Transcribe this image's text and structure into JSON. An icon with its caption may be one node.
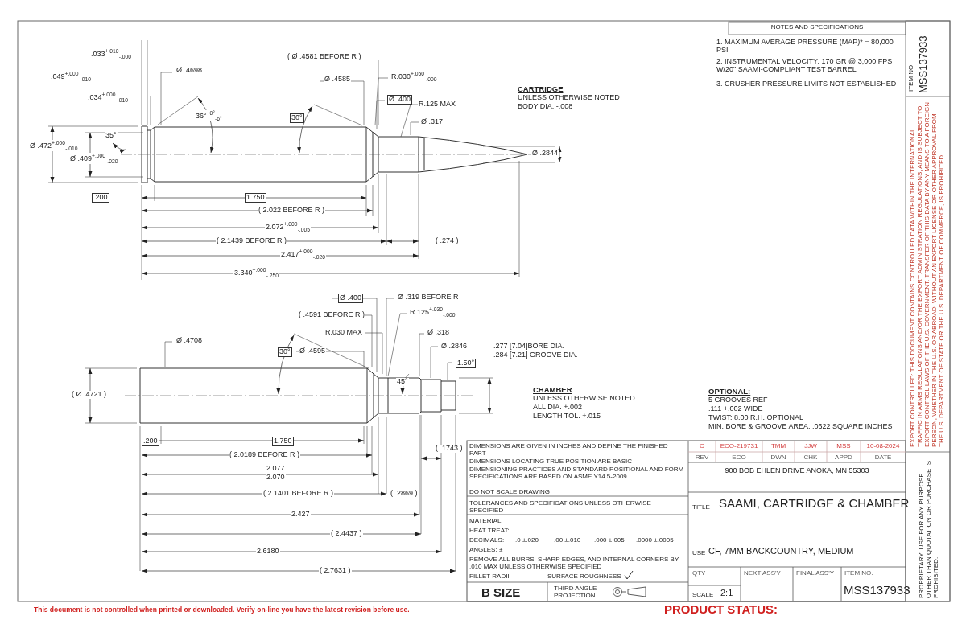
{
  "diagram": {
    "labels": [
      "NOTES AND SPECIFICATIONS",
      "1. MAXIMUM AVERAGE PRESSURE (MAP)* = 80,000 PSI",
      "2. INSTRUMENTAL VELOCITY: 170 GR @ 3,000 FPS W/20\" SAAMI-COMPLIANT TEST BARREL",
      "3. CRUSHER PRESSURE LIMITS NOT ESTABLISHED",
      "ITEM NO.",
      "MSS137933",
      ".033$^{+.010}$$_{-.000}$",
      "( Ø .4581 BEFORE R )",
      ".049$^{+.000}$$_{-.010}$",
      "Ø .4698",
      "Ø .4585",
      "R.030$^{+.050}$$_{-.000}$",
      "Ø .400",
      "R.125 MAX",
      "CARTRIDGE",
      "UNLESS OTHERWISE NOTED",
      "BODY DIA. -.008",
      ".034$^{+.000}$$_{-.010}$",
      "36°$^{+0°}$$_{-6°}$",
      "30°",
      "Ø .317",
      "35°",
      "Ø .472$^{+.000}$$_{-.010}$",
      "Ø .409$^{+.000}$$_{-.020}$",
      "Ø .2844",
      ".200",
      "1.750",
      "( 2.022 BEFORE R )",
      "2.072$^{+.000}$$_{-.005}$",
      "( 2.1439 BEFORE R )",
      "( .274 )",
      "2.417$^{+.000}$$_{-.020}$",
      "3.340$^{+.000}$$_{-.250}$",
      "Ø .400",
      "Ø .319 BEFORE R",
      "( .4591 BEFORE R )",
      "R.125$^{+.030}$$_{-.000}$",
      "R.030 MAX",
      "Ø .318",
      "Ø .4708",
      "30°",
      "Ø .4595",
      "Ø .2846",
      "1.50°",
      ".277 [7.04]BORE DIA.",
      ".284 [7.21] GROOVE DIA.",
      "45°",
      "( Ø .4721 )",
      "CHAMBER",
      "UNLESS OTHERWISE NOTED",
      "ALL DIA. +.002",
      "LENGTH TOL. +.015",
      "OPTIONAL:",
      "5 GROOVES REF",
      ".111 +.002 WIDE",
      "TWIST: 8.00 R.H. OPTIONAL",
      "MIN. BORE & GROOVE AREA: .0622 SQUARE INCHES",
      ".200",
      "1.750",
      "( 2.0189 BEFORE R )",
      "( .1743 )",
      "2.077",
      "2.070",
      "( 2.1401 BEFORE R )",
      "( .2869 )",
      "2.427",
      "( 2.4437 )",
      "2.6180",
      "( 2.7631 )",
      "EXPORT CONTROLLED: THIS DOCUMENT CONTAINS CONTROLLED DATA WITHIN THE INTERNATIONAL TRAFFIC IN ARMS REGULATIONS AND/OR THE EXPORT ADMINISTRATION REGULATIONS, AND IS SUBJECT TO EXPORT CONTROL LAWS OF THE U.S. GOVERNMENT. TRANSFER OF THIS DATA BY ANY MEANS TO A FOREIGN PERSON, WHETHER IN THE U.S. OR ABROAD, WITHOUT AN EXPORT LICENSE OR OTHER APPROVAL FROM THE U.S. DEPARTMENT OF STATE OR THE U.S. DEPARTMENT OF COMMERCE, IS PROHIBITED.",
      "PROPRIETARY: USE FOR ANY PURPOSE OTHER THAN QUOTATION OR PURCHASE IS PROHIBITED.",
      "DIMENSIONS ARE GIVEN IN INCHES AND DEFINE THE FINISHED PART",
      "C",
      "ECO-219731",
      "TMM",
      "JJW",
      "MSS",
      "10-08-2024",
      "DIMENSIONS LOCATING TRUE POSITION ARE BASIC",
      "REV",
      "ECO",
      "DWN",
      "CHK",
      "APPD",
      "DATE",
      "DIMENSIONING PRACTICES AND STANDARD POSITIONAL AND FORM SPECIFICATIONS ARE BASED ON ASME Y14.5-2009",
      "900 BOB EHLEN DRIVE ANOKA, MN 55303",
      "DO NOT SCALE DRAWING",
      "TOLERANCES AND SPECIFICATIONS UNLESS OTHERWISE SPECIFIED",
      "MATERIAL:",
      "TITLE",
      "SAAMI, CARTRIDGE & CHAMBER",
      "HEAT TREAT:",
      "DECIMALS:",
      ".0 ±.020",
      ".00 ±.010",
      ".000 ±.005",
      ".0000 ±.0005",
      "ANGLES: ±",
      "REMOVE ALL BURRS, SHARP EDGES, AND INTERNAL CORNERS BY .010 MAX UNLESS OTHERWISE SPECIFIED",
      "USE",
      "CF, 7MM BACKCOUNTRY, MEDIUM",
      "FILLET RADII",
      "SURFACE ROUGHNESS",
      "QTY",
      "NEXT ASS'Y",
      "FINAL ASS'Y",
      "ITEM NO.",
      "B SIZE",
      "THIRD ANGLE PROJECTION",
      "SCALE",
      "2:1",
      "MSS137933",
      "This document is not controlled when printed or downloaded. Verify on-line you have the latest revision before use.",
      "PRODUCT STATUS:"
    ]
  }
}
